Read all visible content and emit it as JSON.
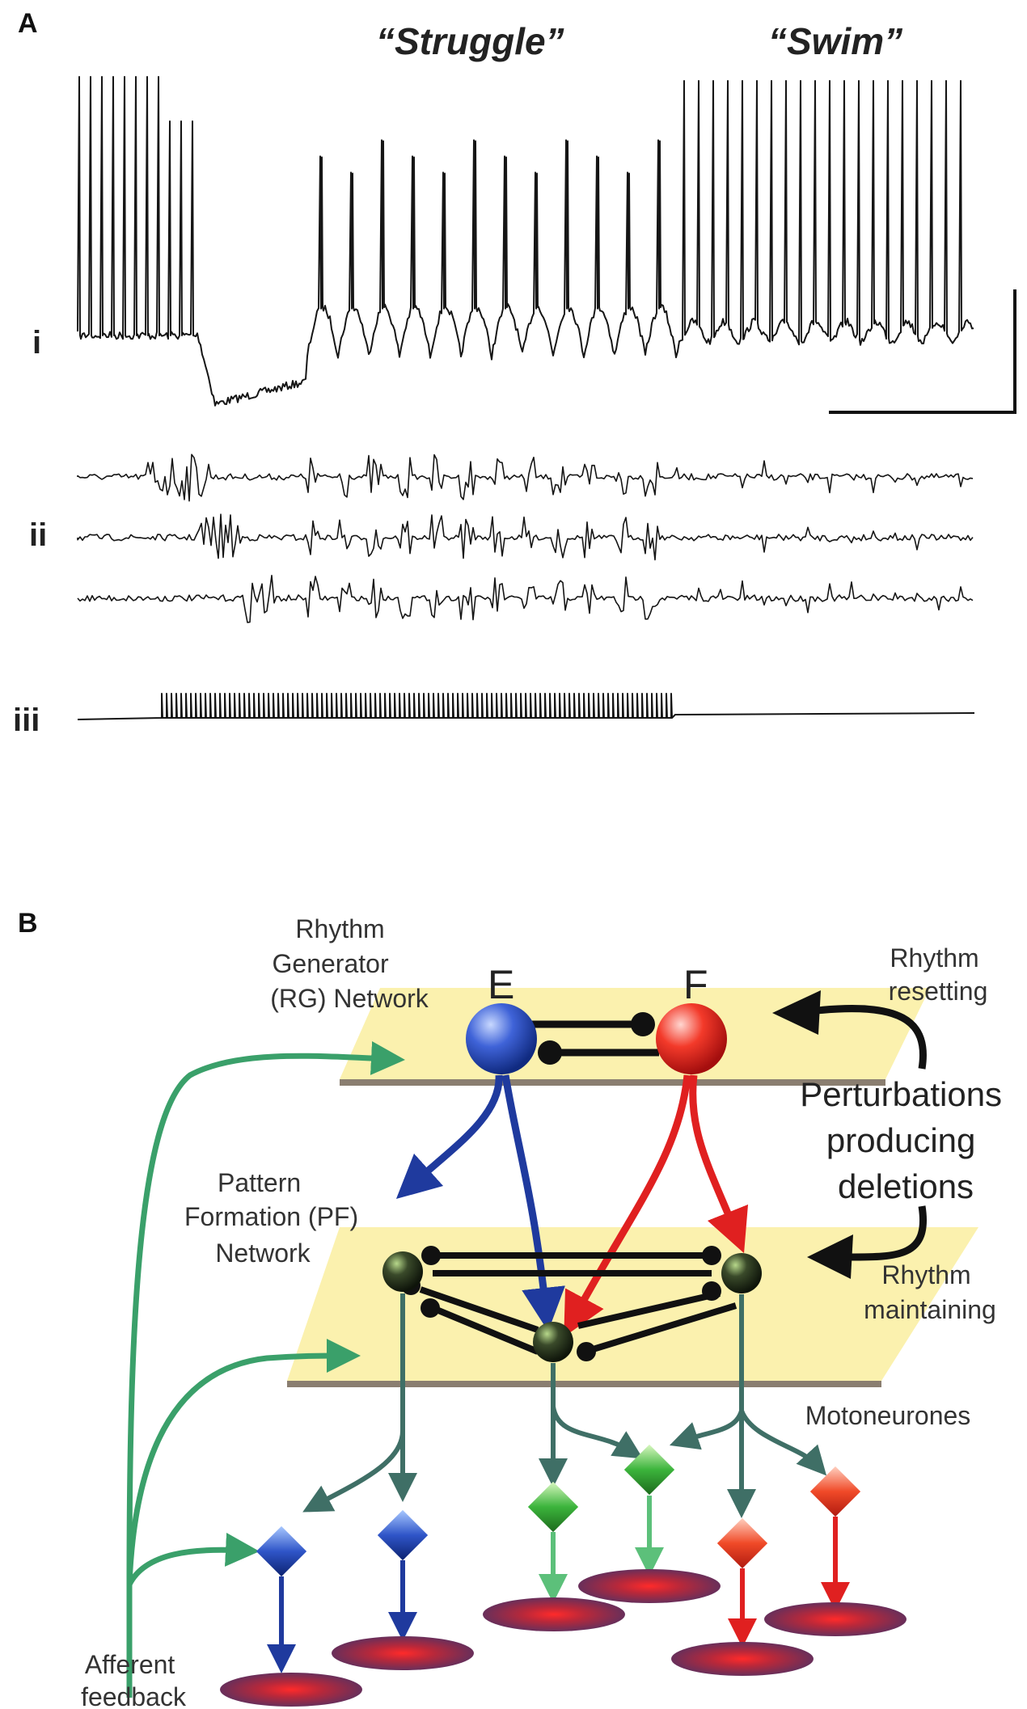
{
  "panel_a": {
    "letter": "A",
    "behaviour_1": "“Struggle”",
    "behaviour_2": "“Swim”",
    "trace_labels": [
      "i",
      "ii",
      "iii"
    ]
  },
  "panel_b": {
    "letter": "B",
    "rg_label": [
      "Rhythm",
      "Generator",
      "(RG) Network"
    ],
    "pf_label": [
      "Pattern",
      "Formation (PF)",
      "Network"
    ],
    "neuron_e": "E",
    "neuron_f": "F",
    "rhythm_resetting": [
      "Rhythm",
      "resetting"
    ],
    "perturbations": [
      "Perturbations",
      "producing",
      "deletions"
    ],
    "rhythm_maintaining": [
      "Rhythm",
      "maintaining"
    ],
    "motoneurones": "Motoneurones",
    "afferent": [
      "Afferent",
      "feedback"
    ]
  },
  "colors": {
    "extensor": "#1f3a9e",
    "flexor": "#e02020",
    "afferent_green": "#3aa06a",
    "pf_teal": "#3f6f66",
    "platform": "#fbf1ae",
    "muscle": "#8a2a3e"
  }
}
